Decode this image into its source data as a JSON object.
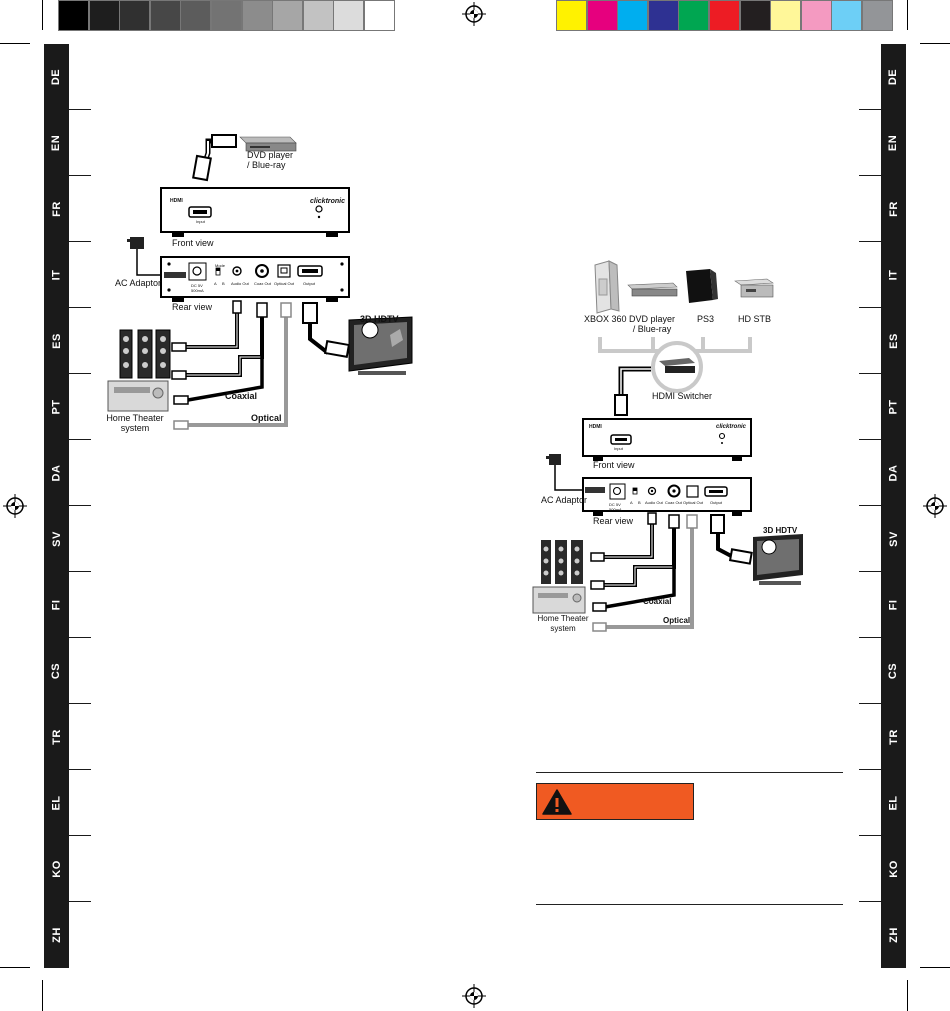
{
  "registration": {
    "grayscale": [
      "#000000",
      "#1e1e1e",
      "#303030",
      "#474747",
      "#5c5c5c",
      "#737373",
      "#8c8c8c",
      "#a6a6a6",
      "#c2c2c2",
      "#dcdcdc",
      "#ffffff"
    ],
    "colors": [
      "#fff200",
      "#e6007e",
      "#00aeef",
      "#2e3192",
      "#00a651",
      "#ed1c24",
      "#231f20",
      "#fff799",
      "#f49ac1",
      "#6dcff6",
      "#939598"
    ]
  },
  "languages": [
    "DE",
    "EN",
    "FR",
    "IT",
    "ES",
    "PT",
    "DA",
    "SV",
    "FI",
    "CS",
    "TR",
    "EL",
    "KO",
    "ZH"
  ],
  "diagram_left": {
    "source_device": "DVD player\n/ Blue-ray",
    "front_view": "Front view",
    "rear_view": "Rear view",
    "ac_adaptor": "AC Adaptor",
    "hdtv": "3D HDTV",
    "coaxial": "Coaxial",
    "optical": "Optical",
    "home_theater": "Home Theater\nsystem",
    "brand": "clicktronic",
    "hdmi_logo": "HDMI",
    "input_port": "Input",
    "rear_ports": {
      "dc": "DC 5V\n500mA",
      "mode": "Mode",
      "a": "A",
      "b": "B",
      "audio_out": "Audio Out",
      "coax_out": "Coax Out",
      "optical_out": "Optical Out",
      "output": "Output"
    }
  },
  "diagram_right": {
    "devices": [
      "XBOX 360",
      "DVD player\n/ Blue-ray",
      "PS3",
      "HD STB"
    ],
    "switcher": "HDMI Switcher",
    "front_view": "Front view",
    "rear_view": "Rear view",
    "ac_adaptor": "AC Adaptor",
    "hdtv": "3D HDTV",
    "coaxial": "Coaxial",
    "optical": "Optical",
    "home_theater": "Home Theater\nsystem",
    "brand": "clicktronic",
    "hdmi_logo": "HDMI",
    "input_port": "Input",
    "rear_ports": {
      "dc": "DC 5V\n500mA",
      "a": "A",
      "b": "B",
      "audio_out": "Audio Out",
      "coax_out": "Coax Out",
      "optical_out": "Optical Out",
      "output": "Output"
    }
  },
  "warning": {
    "icon": "warning-triangle-icon",
    "color": "#f05a22"
  }
}
